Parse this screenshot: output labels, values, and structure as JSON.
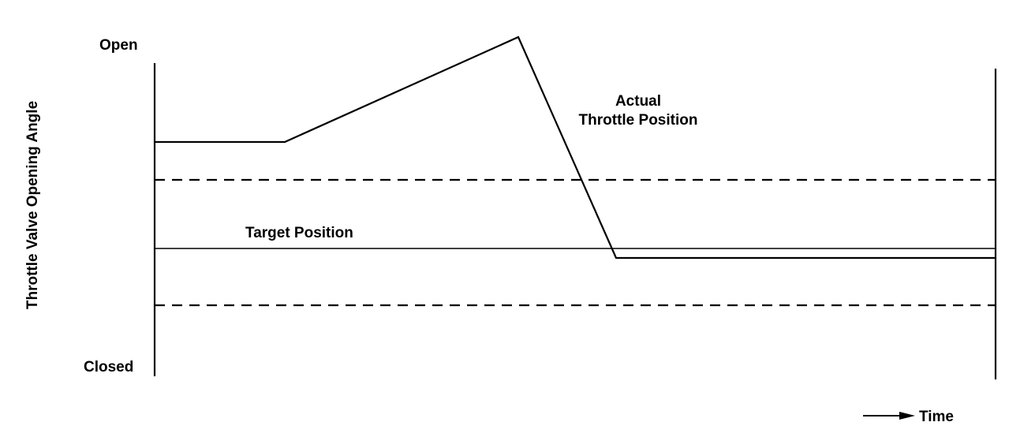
{
  "labels": {
    "y_axis_title": "Throttle Valve Opening Angle",
    "open": "Open",
    "closed": "Closed",
    "actual_line1": "Actual",
    "actual_line2": "Throttle Position",
    "target": "Target Position",
    "time": "Time"
  },
  "colors": {
    "line": "#000000",
    "background": "#ffffff"
  }
}
